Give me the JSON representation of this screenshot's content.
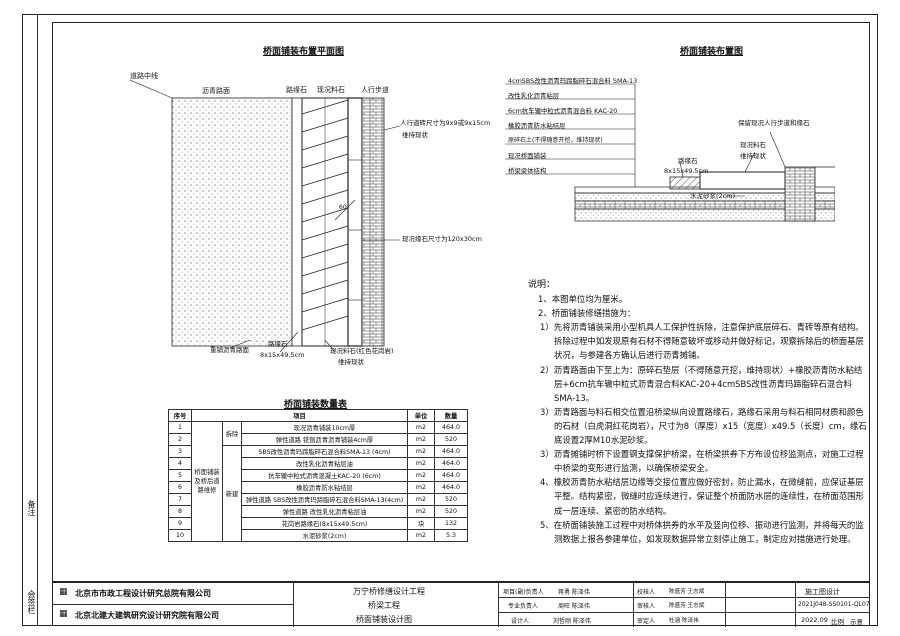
{
  "plan": {
    "title": "桥面铺装布置平面图",
    "labels": {
      "centerline": "道路中线",
      "asphalt": "沥青路面",
      "curb": "路缘石",
      "existing_stone": "现况料石",
      "sidewalk": "人行步道",
      "sidewalk_size": "人行道砖尺寸为9x9或9x15cm",
      "keep1": "维持现状",
      "dim": "60",
      "old_edge": "现况缘石尺寸为120x30cm",
      "new_asphalt": "重铺沥青路面",
      "curb2": "路缘石",
      "curb_size": "8x15x49.5cm",
      "existing_stone2": "现况料石(红色花岗岩)",
      "keep2": "维持现状"
    }
  },
  "section": {
    "title": "桥面铺装布置图",
    "layers": [
      "4cmSBS改性沥青玛蹄脂碎石混合料 SMA-13",
      "改性乳化沥青粘层",
      "6cm抗车辙中粒式沥青混合料 KAC-20",
      "橡胶沥青防水粘结层",
      "原碎石土(不得随意开挖，维持现状)",
      "现况桥面铺装",
      "桥梁梁体结构"
    ],
    "labels": {
      "keep_walk": "保留现况人行步道和缘石",
      "existing_stone": "现况料石",
      "keep": "维持现状",
      "curb": "路缘石",
      "curb_size": "8x15x49.5cm",
      "mortar": "水泥砂浆(2cm)"
    }
  },
  "qty_table": {
    "title": "桥面铺装数量表",
    "headers": [
      "序号",
      "项目",
      "单位",
      "数量"
    ],
    "group": "桥面铺装及桥后道路维修",
    "sub_remove": "拆除",
    "sub_new": "新建",
    "rows": [
      {
        "no": "1",
        "item": "现况沥青铺装10cm厚",
        "unit": "m2",
        "qty": "464.0"
      },
      {
        "no": "2",
        "item": "弹性道路 铣刨沥青沥青铺装4cm厚",
        "unit": "m2",
        "qty": "520"
      },
      {
        "no": "3",
        "item": "SBS改性沥青玛蹄脂碎石混合料SMA-13 (4cm)",
        "unit": "m2",
        "qty": "464.0"
      },
      {
        "no": "4",
        "item": "改性乳化沥青粘层油",
        "unit": "m2",
        "qty": "464.0"
      },
      {
        "no": "5",
        "item": "抗车辙中粒式沥青混凝土KAC-20 (6cm)",
        "unit": "m2",
        "qty": "464.0"
      },
      {
        "no": "6",
        "item": "橡胶沥青防水粘结层",
        "unit": "m2",
        "qty": "464.0"
      },
      {
        "no": "7",
        "item": "弹性道路 SBS改性沥青玛蹄脂碎石混合料SMA-13(4cm)",
        "unit": "m2",
        "qty": "520"
      },
      {
        "no": "8",
        "item": "弹性道路 改性乳化沥青粘层油",
        "unit": "m2",
        "qty": "520"
      },
      {
        "no": "9",
        "item": "花岗岩路缘石(8x15x49.5cm)",
        "unit": "块",
        "qty": "132"
      },
      {
        "no": "10",
        "item": "水泥砂浆(2cm)",
        "unit": "m2",
        "qty": "5.3"
      }
    ]
  },
  "notes": {
    "heading": "说明：",
    "items": [
      "1、本图单位均为厘米。",
      "2、桥面铺装修缮措施为：",
      "1）先将沥青铺装采用小型机具人工保护性拆除，注意保护底层碎石、青砖等原有结构。拆除过程中如发现原有石材不得随意破坏或移动并做好标记，观察拆除后的桥面基层状况，与参建各方确认后进行沥青摊铺。",
      "2）沥青路面由下至上为：原碎石垫层（不得随意开挖，维持现状）+橡胶沥青防水粘结层+6cm抗车辙中粒式沥青混合料KAC-20+4cmSBS改性沥青玛蹄脂碎石混合料SMA-13。",
      "3）沥青路面与料石相交位置沿桥梁纵向设置路缘石，路缘石采用与料石相同材质和颜色的石材（白虎洞红花岗岩），尺寸为8（厚度）x15（宽度）x49.5（长度）cm，缘石底设置2厚M10水泥砂浆。",
      "3）沥青摊铺时桥下设置钢支撑保护桥梁，在桥梁拱券下方布设位移监测点，对施工过程中桥梁的变形进行监测，以确保桥梁安全。",
      "4、橡胶沥青防水粘结层边缘等交接位置应做好密封，防止漏水，在微缝前，应保证基层平整。结构紧密，微缝时应连续进行，保证整个桥面防水层的连续性，在桥面范围形成一层连续、紧密的防水结构。",
      "5、在桥面铺装施工过程中对桥体拱券的水平及竖向位移、振动进行监测，并将每天的监测数据上报各参建单位，如发现数据异常立刻停止施工，制定应对措施进行处理。"
    ]
  },
  "title_block": {
    "company1": "北京市市政工程设计研究总院有限公司",
    "company2": "北京北建大建筑研究设计研究院有限公司",
    "project": "万宁桥修缮设计工程",
    "sub_project": "桥梁工程",
    "drawing": "桥面铺装设计图",
    "roles": [
      "项目(副)负责人",
      "专业负责人",
      "设计人"
    ],
    "names": [
      "蒋勇 陈泽伟",
      "周旺 陈泽伟",
      "刘哲刚 陈泽伟"
    ],
    "roles2": [
      "校核人",
      "审核人",
      "审定人"
    ],
    "names2": [
      "陈盛芳 王志斌",
      "陈盛芳 王志斌",
      "杜涵 陈泽伟"
    ],
    "stage": "施工图设计",
    "code": "2021J048-SS0101-QL07",
    "date": "2022.09",
    "scale_label": "比例",
    "scale": "示意",
    "left_margin1": "会签栏",
    "left_margin2": "备注"
  }
}
